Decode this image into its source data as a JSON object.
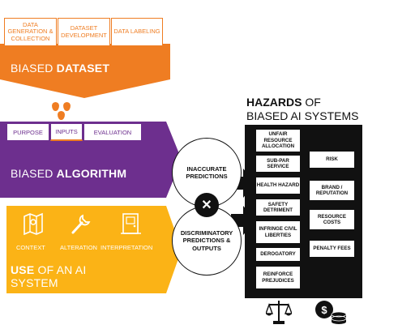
{
  "dataset": {
    "tabs": [
      "Data Generation & Collection",
      "Dataset Development",
      "Data Labeling"
    ],
    "title_light": "BIASED ",
    "title_bold": "DATASET"
  },
  "algorithm": {
    "tabs": [
      "Purpose",
      "Inputs",
      "Evaluation"
    ],
    "title_light": "BIASED ",
    "title_bold": "ALGORITHM"
  },
  "use": {
    "icons": [
      {
        "icon": "map-icon",
        "label": "Context"
      },
      {
        "icon": "wrench-icon",
        "label": "Alteration"
      },
      {
        "icon": "door-icon",
        "label": "Interpretation"
      }
    ],
    "title_bold": "USE",
    "title_light": " OF AN AI",
    "title_line2": "SYSTEM"
  },
  "outcomes": {
    "top": "Inaccurate Predictions",
    "bottom": "Discriminatory Predictions & Outputs",
    "connector_symbol": "✕"
  },
  "hazards": {
    "title_bold": "HAZARDS",
    "title_light": " OF",
    "title_line2": "BIASED AI SYSTEMS",
    "left": [
      "Unfair Resource Allocation",
      "Sub-Par Service",
      "Health Hazard",
      "Safety Detriment",
      "Infringe Civil Liberties",
      "Derogatory",
      "Reinforce Prejudices"
    ],
    "right": [
      "Risk",
      "Brand / Reputation",
      "Resource Costs",
      "Penalty Fees"
    ],
    "bottom_icons": [
      "scales-icon",
      "money-icon"
    ]
  },
  "colors": {
    "orange": "#ef7d22",
    "purple": "#6d2f8e",
    "yellow": "#fbb316",
    "black": "#111111"
  }
}
